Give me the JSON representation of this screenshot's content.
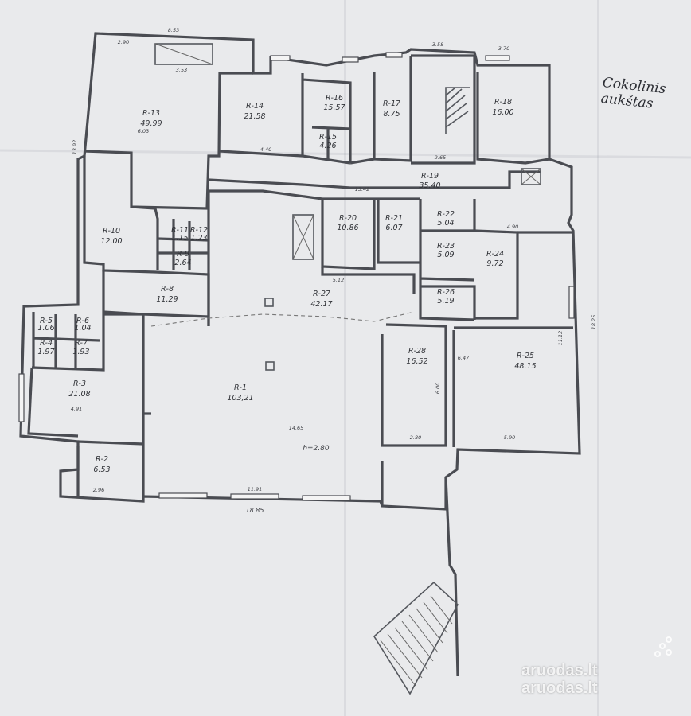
{
  "sheet": {
    "title_line1": "Cokolinis",
    "title_line2": "aukštas",
    "watermark": "aruodas.lt",
    "colors": {
      "paper": "#e9eaec",
      "ink": "#4a4c52",
      "watermark": "#ffffff"
    }
  },
  "rooms": [
    {
      "id": "R-1",
      "label": "R-1",
      "area": "103,21"
    },
    {
      "id": "R-2",
      "label": "R-2",
      "area": "6.53"
    },
    {
      "id": "R-3",
      "label": "R-3",
      "area": "21.08"
    },
    {
      "id": "R-4",
      "label": "R-4",
      "area": "1.97"
    },
    {
      "id": "R-5",
      "label": "R-5",
      "area": "1.06"
    },
    {
      "id": "R-6",
      "label": "R-6",
      "area": "1.04"
    },
    {
      "id": "R-7",
      "label": "R-7",
      "area": "1.93"
    },
    {
      "id": "R-8",
      "label": "R-8",
      "area": "11.29"
    },
    {
      "id": "R-9",
      "label": "R-9",
      "area": "2.64"
    },
    {
      "id": "R-10",
      "label": "R-10",
      "area": "12.00"
    },
    {
      "id": "R-11",
      "label": "R-11",
      "area": "1.15"
    },
    {
      "id": "R-12",
      "label": "R-12",
      "area": "1.23"
    },
    {
      "id": "R-13",
      "label": "R-13",
      "area": "49.99"
    },
    {
      "id": "R-14",
      "label": "R-14",
      "area": "21.58"
    },
    {
      "id": "R-15",
      "label": "R-15",
      "area": "4.26"
    },
    {
      "id": "R-16",
      "label": "R-16",
      "area": "15.57"
    },
    {
      "id": "R-17",
      "label": "R-17",
      "area": "8.75"
    },
    {
      "id": "R-18",
      "label": "R-18",
      "area": "16.00"
    },
    {
      "id": "R-19",
      "label": "R-19",
      "area": "35.40"
    },
    {
      "id": "R-20",
      "label": "R-20",
      "area": "10.86"
    },
    {
      "id": "R-21",
      "label": "R-21",
      "area": "6.07"
    },
    {
      "id": "R-22",
      "label": "R-22",
      "area": "5.04"
    },
    {
      "id": "R-23",
      "label": "R-23",
      "area": "5.09"
    },
    {
      "id": "R-24",
      "label": "R-24",
      "area": "9.72"
    },
    {
      "id": "R-25",
      "label": "R-25",
      "area": "48.15"
    },
    {
      "id": "R-26",
      "label": "R-26",
      "area": "5.19"
    },
    {
      "id": "R-27",
      "label": "R-27",
      "area": "42.17"
    },
    {
      "id": "R-28",
      "label": "R-28",
      "area": "16.52"
    }
  ],
  "annotations": {
    "height": "h=2.80",
    "overall_width": "18.85",
    "overall_depth": "18.25",
    "top_width": "8.53",
    "r1_width": "11.91",
    "r1_depth": "14.65",
    "r13_top": "2.90",
    "r13_inner": "3.53",
    "r13_depth": "6.03",
    "r13_side": "13.92",
    "corridor_len": "13.42",
    "stair_top": "3.58",
    "r18_top": "3.70",
    "r25_depth": "11.12",
    "r25_width": "5.90",
    "r25_left": "6.47",
    "r28_depth": "6.00",
    "r28_width": "2.80",
    "r2_width": "2.96",
    "r3_width": "4.91",
    "r27_width": "5.12",
    "r24_width": "4.90",
    "r19_len": "2.65",
    "r14_width": "4.40"
  }
}
